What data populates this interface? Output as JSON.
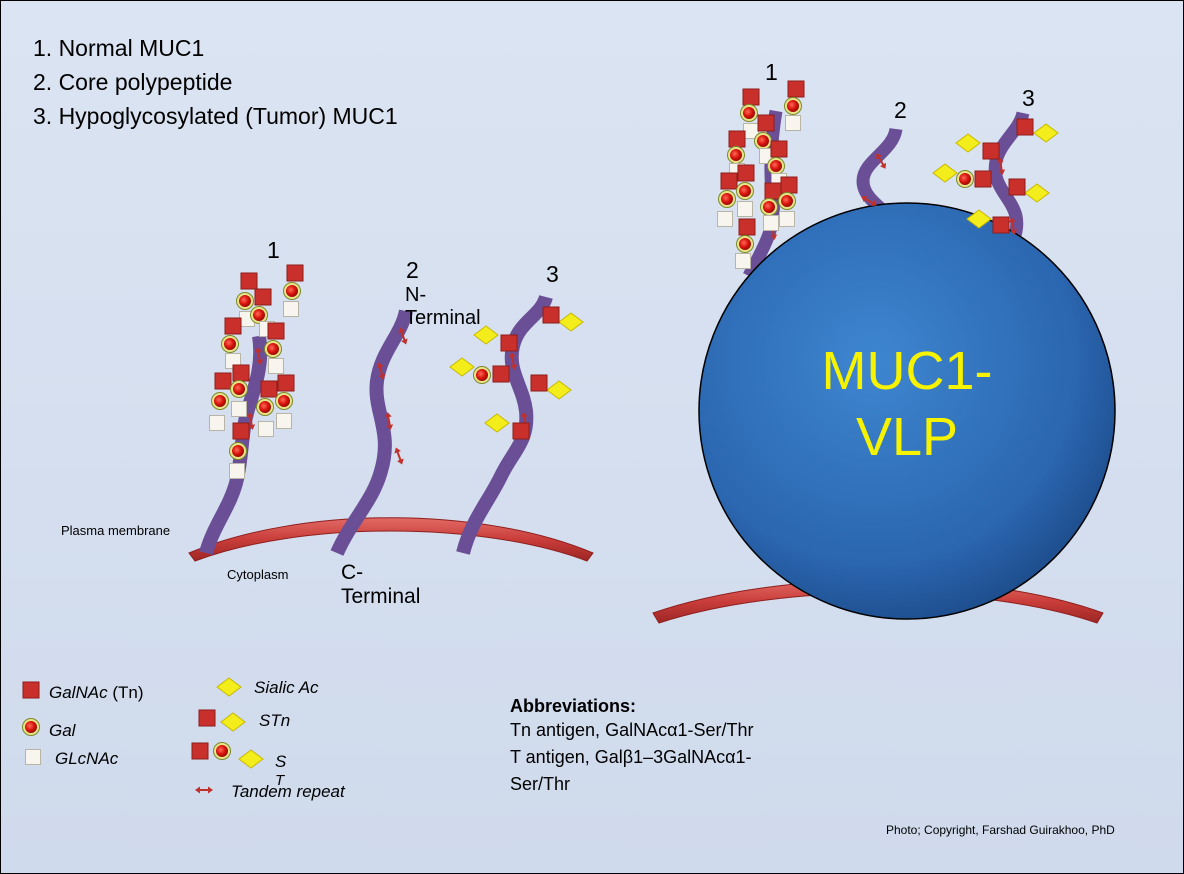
{
  "list": {
    "item1": "1. Normal MUC1",
    "item2": "2. Core polypeptide",
    "item3": "3. Hypoglycosylated (Tumor) MUC1"
  },
  "membrane_panel": {
    "label1": "1",
    "label2": "2",
    "label3": "3",
    "n_terminal": "N-\nTerminal",
    "c_terminal": "C-\nTerminal",
    "plasma_membrane": "Plasma membrane",
    "cytoplasm": "Cytoplasm"
  },
  "vlp_panel": {
    "label1": "1",
    "label2": "2",
    "label3": "3",
    "particle_text": "MUC1-\nVLP"
  },
  "legend": {
    "galnac": "GalNAc",
    "galnac_suffix": "(Tn)",
    "gal": "Gal",
    "glcnac": "GLcNAc",
    "sialic": "Sialic Ac",
    "stn": "STn",
    "st_line1": "S",
    "st_line2": "T",
    "tandem": "Tandem repeat"
  },
  "abbreviations": {
    "title": "Abbreviations:",
    "line1": "Tn antigen, GalNAcα1-Ser/Thr",
    "line2": "T antigen, Galβ1–3GalNAcα1-",
    "line3": "Ser/Thr"
  },
  "credit": "Photo; Copyright, Farshad Guirakhoo, PhD",
  "colors": {
    "background": "#d6e0ef",
    "membrane": "#c94a4a",
    "mucin": "#6b4f96",
    "galnac": "#c9302c",
    "sialic": "#f3ee1b",
    "vlp": "#2f6fb8",
    "vlp_text": "#f6f200"
  }
}
